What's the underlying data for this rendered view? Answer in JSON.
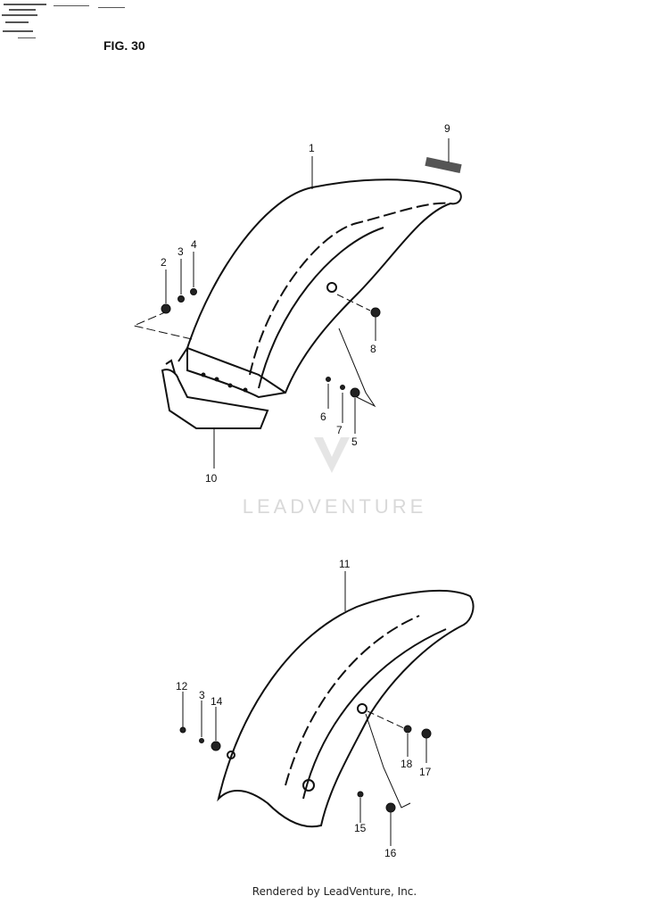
{
  "figure_label": "FIG. 30",
  "watermark": "LEADVENTURE",
  "footer": "Rendered by LeadVenture, Inc.",
  "callouts": {
    "c1": "1",
    "c2": "2",
    "c3": "3",
    "c4": "4",
    "c5": "5",
    "c6": "6",
    "c7": "7",
    "c8": "8",
    "c9": "9",
    "c10": "10",
    "c11": "11",
    "c12": "12",
    "c3b": "3",
    "c14": "14",
    "c15": "15",
    "c16": "16",
    "c17": "17",
    "c18": "18"
  }
}
